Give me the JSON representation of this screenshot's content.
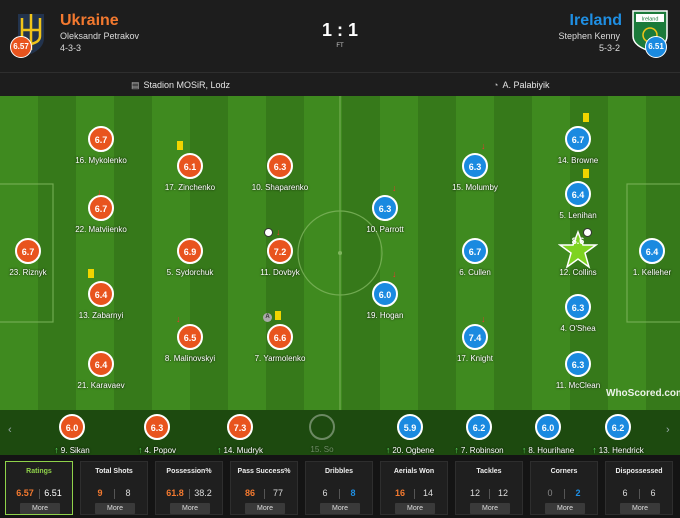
{
  "header": {
    "home_team": "Ukraine",
    "home_manager": "Oleksandr Petrakov",
    "home_formation": "4-3-3",
    "home_rating": "6.57",
    "away_team": "Ireland",
    "away_manager": "Stephen Kenny",
    "away_formation": "5-3-2",
    "away_rating": "6.51",
    "score": "1 : 1",
    "status": "FT",
    "home_color": "#f3792f",
    "away_color": "#1f8fe3"
  },
  "info": {
    "stadium": "Stadion MOSiR, Lodz",
    "referee": "A. Palabiyik",
    "stadium_icon": "stadium-icon",
    "referee_icon": "whistle-icon"
  },
  "home_players": [
    {
      "id": "mykolenko",
      "rating": "6.7",
      "name": "16. Mykolenko"
    },
    {
      "id": "matviienko",
      "rating": "6.7",
      "name": "22. Matviienko"
    },
    {
      "id": "riznyk",
      "rating": "6.7",
      "name": "23. Riznyk"
    },
    {
      "id": "zabarnyi",
      "rating": "6.4",
      "name": "13. Zabarnyi"
    },
    {
      "id": "karavaev",
      "rating": "6.4",
      "name": "21. Karavaev"
    },
    {
      "id": "zinchenko",
      "rating": "6.1",
      "name": "17. Zinchenko"
    },
    {
      "id": "sydorchuk",
      "rating": "6.9",
      "name": "5. Sydorchuk"
    },
    {
      "id": "malinovskyi",
      "rating": "6.5",
      "name": "8. Malinovskyi"
    },
    {
      "id": "shaparenko",
      "rating": "6.3",
      "name": "10. Shaparenko"
    },
    {
      "id": "dovbyk",
      "rating": "7.2",
      "name": "11. Dovbyk"
    },
    {
      "id": "yarmolenko",
      "rating": "6.6",
      "name": "7. Yarmolenko"
    }
  ],
  "away_players": [
    {
      "id": "parrott",
      "rating": "6.3",
      "name": "10. Parrott"
    },
    {
      "id": "hogan",
      "rating": "6.0",
      "name": "19. Hogan"
    },
    {
      "id": "molumby",
      "rating": "6.3",
      "name": "15. Molumby"
    },
    {
      "id": "cullen",
      "rating": "6.7",
      "name": "6. Cullen"
    },
    {
      "id": "knight",
      "rating": "7.4",
      "name": "17. Knight"
    },
    {
      "id": "browne",
      "rating": "6.7",
      "name": "14. Browne"
    },
    {
      "id": "lenihan",
      "rating": "6.4",
      "name": "5. Lenihan"
    },
    {
      "id": "collins",
      "rating": "8.6",
      "name": "12. Collins"
    },
    {
      "id": "oshea",
      "rating": "6.3",
      "name": "4. O'Shea"
    },
    {
      "id": "mcclean",
      "rating": "6.3",
      "name": "11. McClean"
    },
    {
      "id": "kelleher",
      "rating": "6.4",
      "name": "1. Kelleher"
    }
  ],
  "home_subs": [
    {
      "rating": "6.0",
      "name": "9. Sikan"
    },
    {
      "rating": "6.3",
      "name": "4. Popov"
    },
    {
      "rating": "7.3",
      "name": "14. Mudryk"
    },
    {
      "rating": "",
      "name": "15. So"
    }
  ],
  "away_subs": [
    {
      "rating": "5.9",
      "name": "20. Ogbene"
    },
    {
      "rating": "6.2",
      "name": "7. Robinson"
    },
    {
      "rating": "6.0",
      "name": "8. Hourihane"
    },
    {
      "rating": "6.2",
      "name": "13. Hendrick"
    }
  ],
  "watermark": "WhoScored.com",
  "stats": [
    {
      "title": "Ratings",
      "home": "6.57",
      "away": "6.51",
      "more": "More"
    },
    {
      "title": "Total Shots",
      "home": "9",
      "away": "8",
      "more": "More"
    },
    {
      "title": "Possession%",
      "home": "61.8",
      "away": "38.2",
      "more": "More"
    },
    {
      "title": "Pass Success%",
      "home": "86",
      "away": "77",
      "more": "More"
    },
    {
      "title": "Dribbles",
      "home": "6",
      "away": "8",
      "more": "More"
    },
    {
      "title": "Aerials Won",
      "home": "16",
      "away": "14",
      "more": "More"
    },
    {
      "title": "Tackles",
      "home": "12",
      "away": "12",
      "more": "More"
    },
    {
      "title": "Corners",
      "home": "0",
      "away": "2",
      "more": "More"
    },
    {
      "title": "Dispossessed",
      "home": "6",
      "away": "6",
      "more": "More"
    }
  ]
}
